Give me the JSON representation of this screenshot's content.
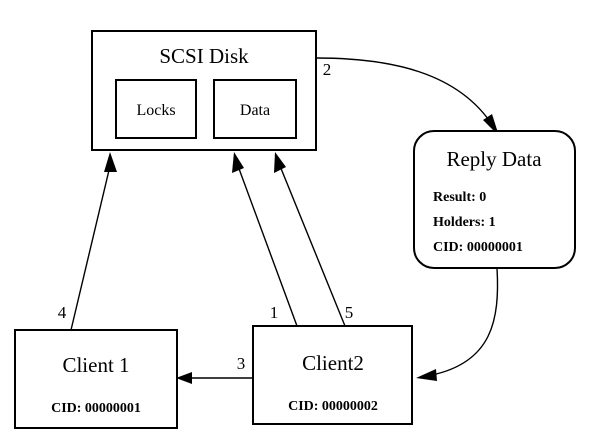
{
  "diagram": {
    "title": "SCSI disk lock protocol sequence diagram",
    "background_color": "#ffffff",
    "stroke_color": "#000000",
    "nodes": {
      "scsi_disk": {
        "label": "SCSI Disk",
        "shape": "rectangle",
        "children": [
          {
            "label": "Locks"
          },
          {
            "label": "Data"
          }
        ]
      },
      "reply_data": {
        "label": "Reply Data",
        "shape": "rounded-rectangle",
        "details": [
          "Result: 0",
          "Holders: 1",
          "CID: 00000001"
        ]
      },
      "client1": {
        "label": "Client 1",
        "shape": "rectangle",
        "details": [
          "CID: 00000001"
        ]
      },
      "client2": {
        "label": "Client2",
        "shape": "rectangle",
        "details": [
          "CID: 00000002"
        ]
      }
    },
    "edges": [
      {
        "id": "e1",
        "label": "1",
        "from": "client2",
        "to": "scsi_disk",
        "style": "straight"
      },
      {
        "id": "e2",
        "label": "2",
        "from": "scsi_disk",
        "to": "reply_data",
        "style": "curved"
      },
      {
        "id": "e3",
        "label": "3",
        "from": "client2",
        "to": "client1",
        "style": "straight"
      },
      {
        "id": "e4",
        "label": "4",
        "from": "client1",
        "to": "scsi_disk",
        "style": "straight"
      },
      {
        "id": "e5",
        "label": "5",
        "from": "client2",
        "to": "scsi_disk",
        "style": "straight"
      },
      {
        "id": "e6",
        "label": "",
        "from": "reply_data",
        "to": "client2",
        "style": "curved"
      }
    ]
  }
}
